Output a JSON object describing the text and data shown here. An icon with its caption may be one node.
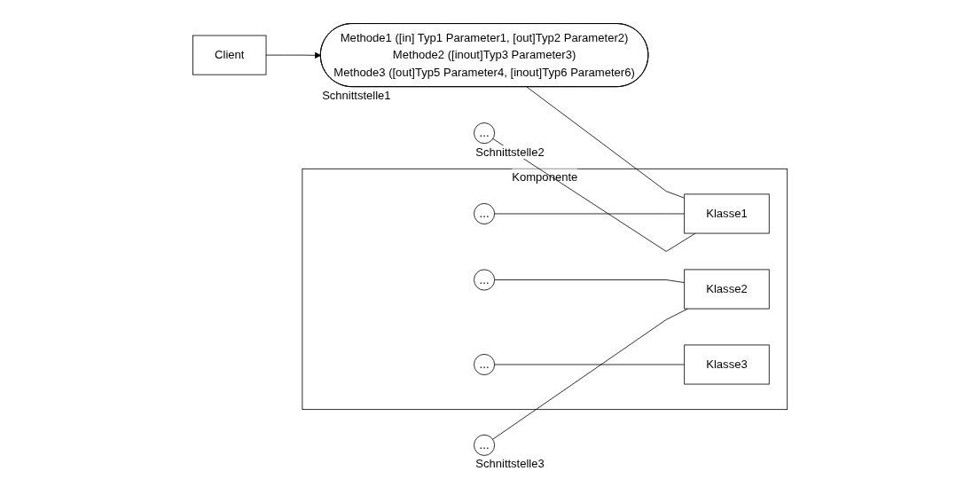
{
  "diagram": {
    "nodes": [
      {
        "text": [
          "Client"
        ]
      },
      {
        "text": [
          "Methode1 ([in] Typ1 Parameter1, [out]Typ2 Parameter2)",
          "Methode2 ([inout]Typ3 Parameter3)",
          "Methode3 ([out]Typ5 Parameter4, [inout]Typ6 Parameter6)"
        ],
        "beside": [
          "Schnittstelle1"
        ]
      },
      {
        "text": [
          "..."
        ],
        "beside": [
          "Schnittstelle2"
        ]
      },
      {
        "text": [
          "..."
        ],
        "beside": [
          "Schnittstelle3"
        ]
      },
      {
        "text": [
          "Komponente"
        ]
      },
      {
        "text": [
          "Klasse1"
        ],
        "in": 4
      },
      {
        "text": [
          "..."
        ],
        "in": 4
      },
      {
        "text": [
          "Klasse2"
        ],
        "in": 4
      },
      {
        "text": [
          "..."
        ],
        "in": 4
      },
      {
        "text": [
          "Klasse3"
        ],
        "in": 4
      },
      {
        "text": [
          "..."
        ],
        "in": 4
      }
    ],
    "edges": [
      {
        "from": 0,
        "to": 1,
        "arrow": "to"
      },
      {
        "from": 1,
        "to": 5,
        "arrow": "none"
      },
      {
        "from": 6,
        "to": 5,
        "arrow": "none"
      },
      {
        "from": 2,
        "to": 5,
        "arrow": "none"
      },
      {
        "from": 8,
        "to": 7,
        "arrow": "none"
      },
      {
        "from": 3,
        "to": 7,
        "arrow": "none"
      },
      {
        "from": 10,
        "to": 9,
        "arrow": "none"
      }
    ]
  }
}
